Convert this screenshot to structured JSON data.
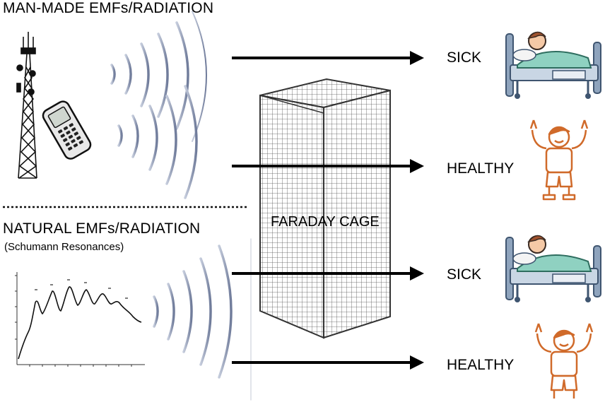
{
  "sections": {
    "man_made": {
      "heading": "MAN-MADE EMFs/RADIATION"
    },
    "natural": {
      "heading": "NATURAL EMFs/RADIATION",
      "subheading": "(Schumann Resonances)"
    }
  },
  "cage": {
    "label": "FARADAY CAGE"
  },
  "outcomes": [
    {
      "label": "SICK",
      "icon": "sick-patient-in-hospital-bed"
    },
    {
      "label": "HEALTHY",
      "icon": "healthy-cheering-boy"
    },
    {
      "label": "SICK",
      "icon": "sick-patient-in-hospital-bed"
    },
    {
      "label": "HEALTHY",
      "icon": "healthy-cheering-boy"
    }
  ],
  "colors": {
    "wave": "#7f8aa8",
    "boy_outline": "#d06a2a",
    "bed_frame": "#6d87a3",
    "bed_sheet": "#8fd1c1",
    "cage_mesh": "#555555"
  }
}
